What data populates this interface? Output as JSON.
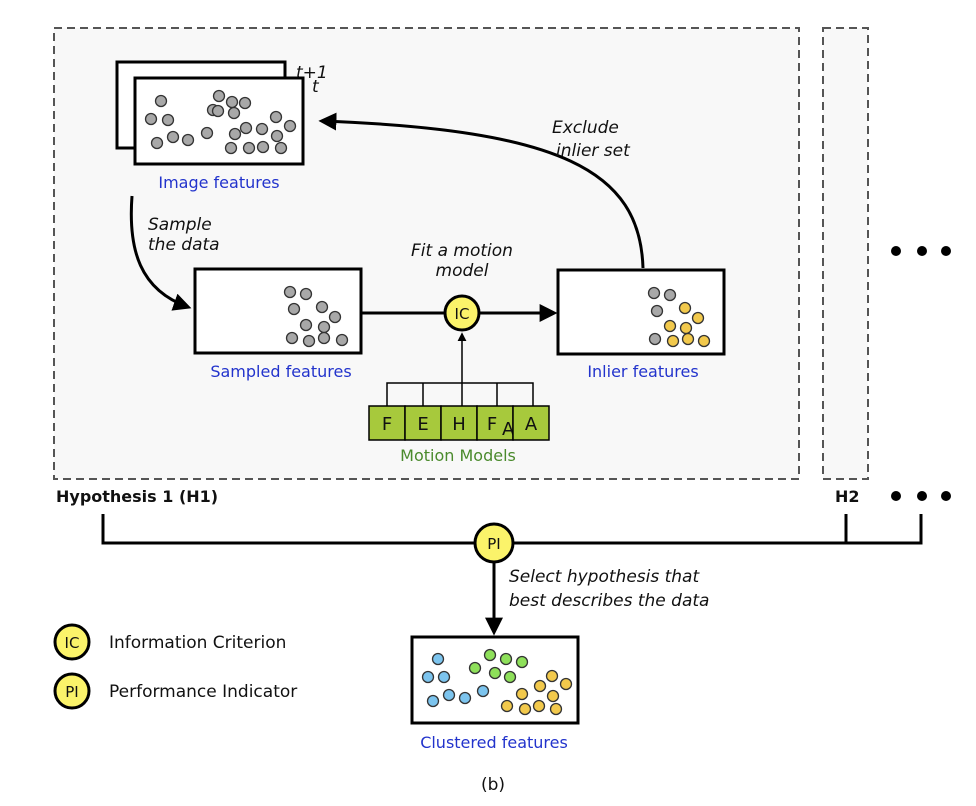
{
  "colors": {
    "hypothesis_bg": "#f8f8f8",
    "dash_border": "#555555",
    "feature_gray": "#a8a8a8",
    "feature_yellow": "#f2c94c",
    "feature_blue": "#7cc4ee",
    "feature_green": "#8ee05a",
    "badge_fill": "#fbf36a",
    "model_cell": "#a7c93c",
    "label_blue": "#2233cc",
    "label_green": "#4a8a2c"
  },
  "frames": {
    "t_plus_1": "t+1",
    "t": "t"
  },
  "boxes": {
    "image_features": "Image features",
    "sampled_features": "Sampled features",
    "inlier_features": "Inlier features",
    "clustered_features": "Clustered features"
  },
  "annotations": {
    "sample_line1": "Sample",
    "sample_line2": "the data",
    "fit_line1": "Fit a motion",
    "fit_line2": "model",
    "exclude_line1": "Exclude",
    "exclude_line2": "inlier set",
    "select_line1": "Select hypothesis that",
    "select_line2": "best describes the data"
  },
  "badges": {
    "ic": "IC",
    "pi": "PI"
  },
  "motion_models": {
    "title": "Motion Models",
    "cells": [
      {
        "main": "F",
        "sub": ""
      },
      {
        "main": "E",
        "sub": ""
      },
      {
        "main": "H",
        "sub": ""
      },
      {
        "main": "F",
        "sub": "A"
      },
      {
        "main": "A",
        "sub": ""
      }
    ]
  },
  "hypotheses": {
    "h1": "Hypothesis  1 (H1)",
    "h2": "H2",
    "ellipsis": "• • •"
  },
  "legend": [
    {
      "badge": "IC",
      "label": "Information Criterion"
    },
    {
      "badge": "PI",
      "label": "Performance Indicator"
    }
  ],
  "caption": "(b)"
}
